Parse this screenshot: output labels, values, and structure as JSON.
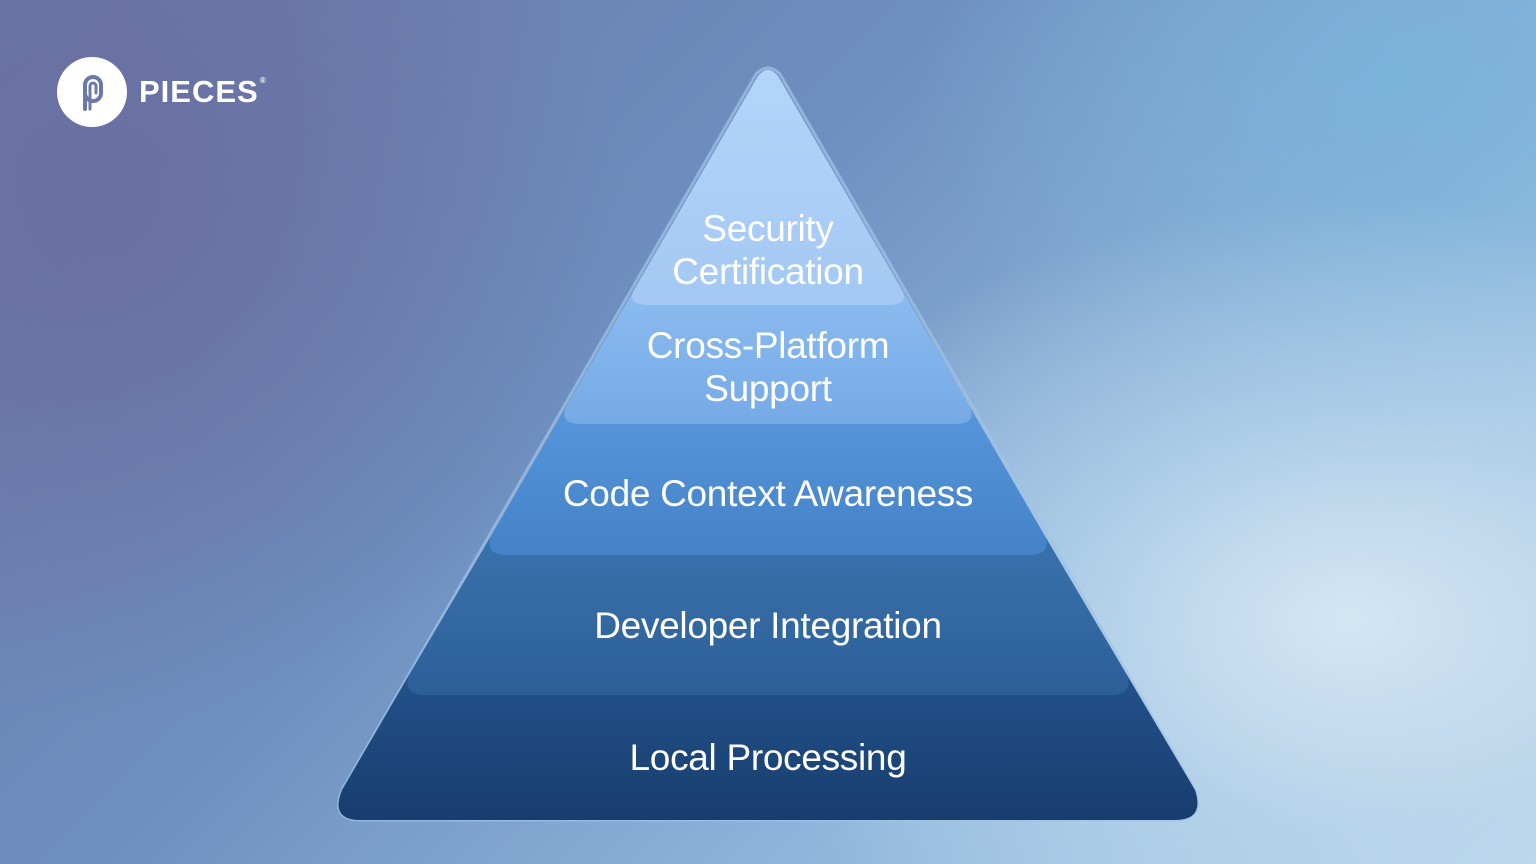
{
  "brand": {
    "name": "PIECES",
    "reg_mark": "®",
    "logo_icon": "paperclip-p-icon"
  },
  "pyramid": {
    "tiers": [
      {
        "lines": [
          "Security",
          "Certification"
        ]
      },
      {
        "lines": [
          "Cross-Platform",
          "Support"
        ]
      },
      {
        "lines": [
          "Code Context Awareness"
        ]
      },
      {
        "lines": [
          "Developer Integration"
        ]
      },
      {
        "lines": [
          "Local Processing"
        ]
      }
    ]
  },
  "colors": {
    "tier_1": "#a9cdf6",
    "tier_2": "#7eb2eb",
    "tier_3": "#4c8ad0",
    "tier_4": "#33679f",
    "tier_5": "#1c4679"
  }
}
